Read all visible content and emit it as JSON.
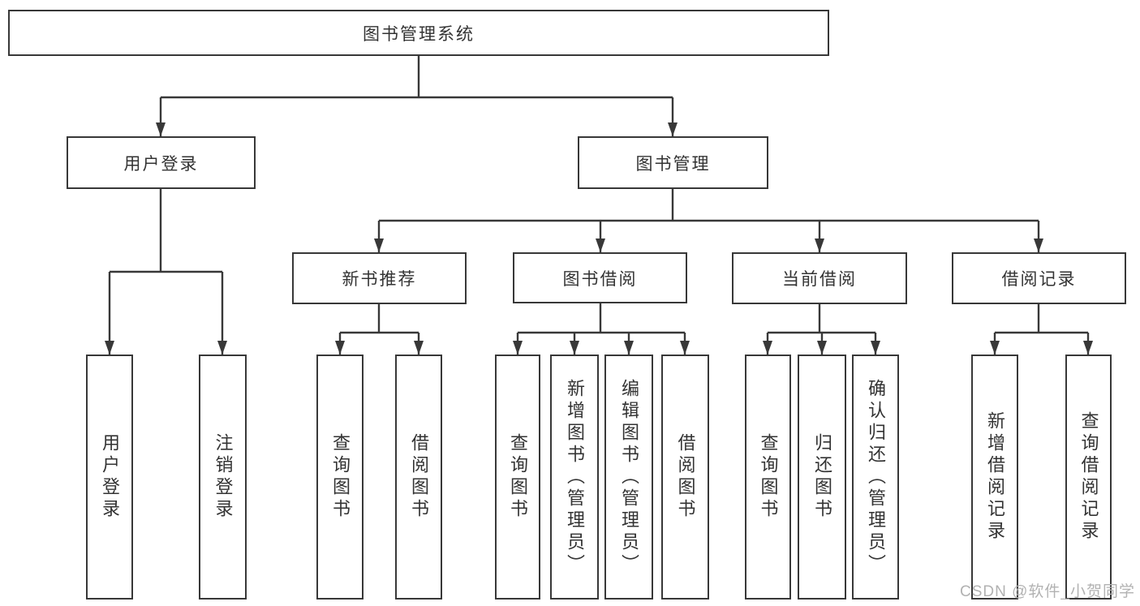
{
  "watermark": {
    "text": "CSDN @软件_小贺同学"
  },
  "colors": {
    "line": "#383838",
    "box_border": "#383838",
    "text": "#333333",
    "watermark_text": "#b2b2b2",
    "background": "#ffffff"
  },
  "tree": {
    "label": "图书管理系统",
    "children": [
      {
        "label": "用户登录",
        "children": [
          {
            "label": "用户登录"
          },
          {
            "label": "注销登录"
          }
        ]
      },
      {
        "label": "图书管理",
        "children": [
          {
            "label": "新书推荐",
            "children": [
              {
                "label": "查询图书"
              },
              {
                "label": "借阅图书"
              }
            ]
          },
          {
            "label": "图书借阅",
            "children": [
              {
                "label": "查询图书"
              },
              {
                "label": "新增图书（管理员）"
              },
              {
                "label": "编辑图书（管理员）"
              },
              {
                "label": "借阅图书"
              }
            ]
          },
          {
            "label": "当前借阅",
            "children": [
              {
                "label": "查询图书"
              },
              {
                "label": "归还图书"
              },
              {
                "label": "确认归还（管理员）"
              }
            ]
          },
          {
            "label": "借阅记录",
            "children": [
              {
                "label": "新增借阅记录"
              },
              {
                "label": "查询借阅记录"
              }
            ]
          }
        ]
      }
    ]
  }
}
